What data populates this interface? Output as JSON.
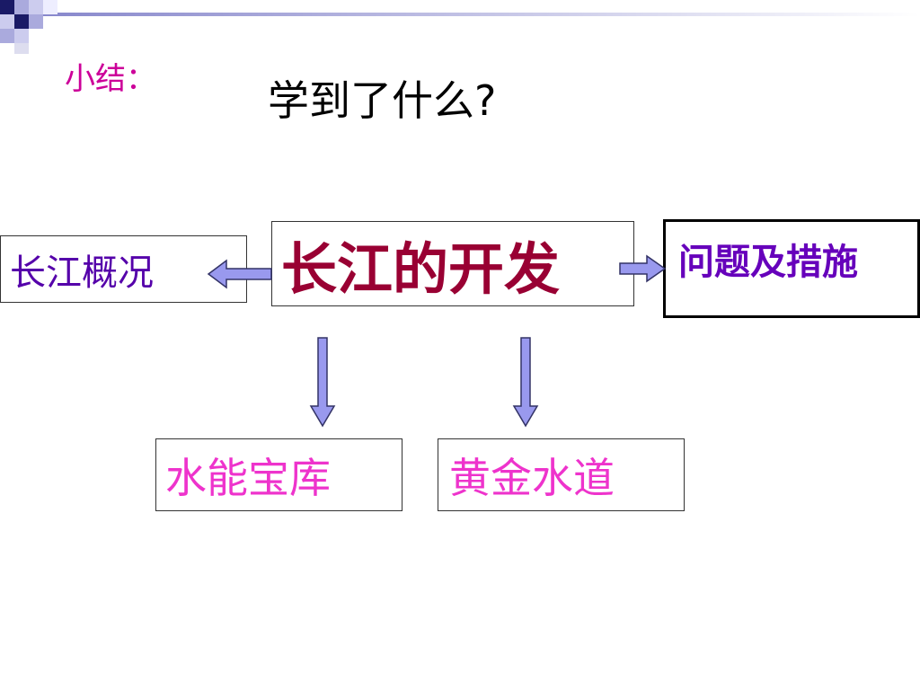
{
  "slide": {
    "summary_label": "小结：",
    "question": "学到了什么?"
  },
  "diagram": {
    "center": "长江的开发",
    "left": "长江概况",
    "right": "问题及措施",
    "bottom_left": "水能宝库",
    "bottom_right": "黄金水道"
  },
  "colors": {
    "summary_label": "#cc0099",
    "center_text": "#990033",
    "left_text": "#5500aa",
    "right_text": "#6600bb",
    "bottom_text": "#ee33cc",
    "arrow_fill": "#9999ee",
    "deco_dark": "#1a1a66",
    "deco_light": "#aaaadd"
  }
}
